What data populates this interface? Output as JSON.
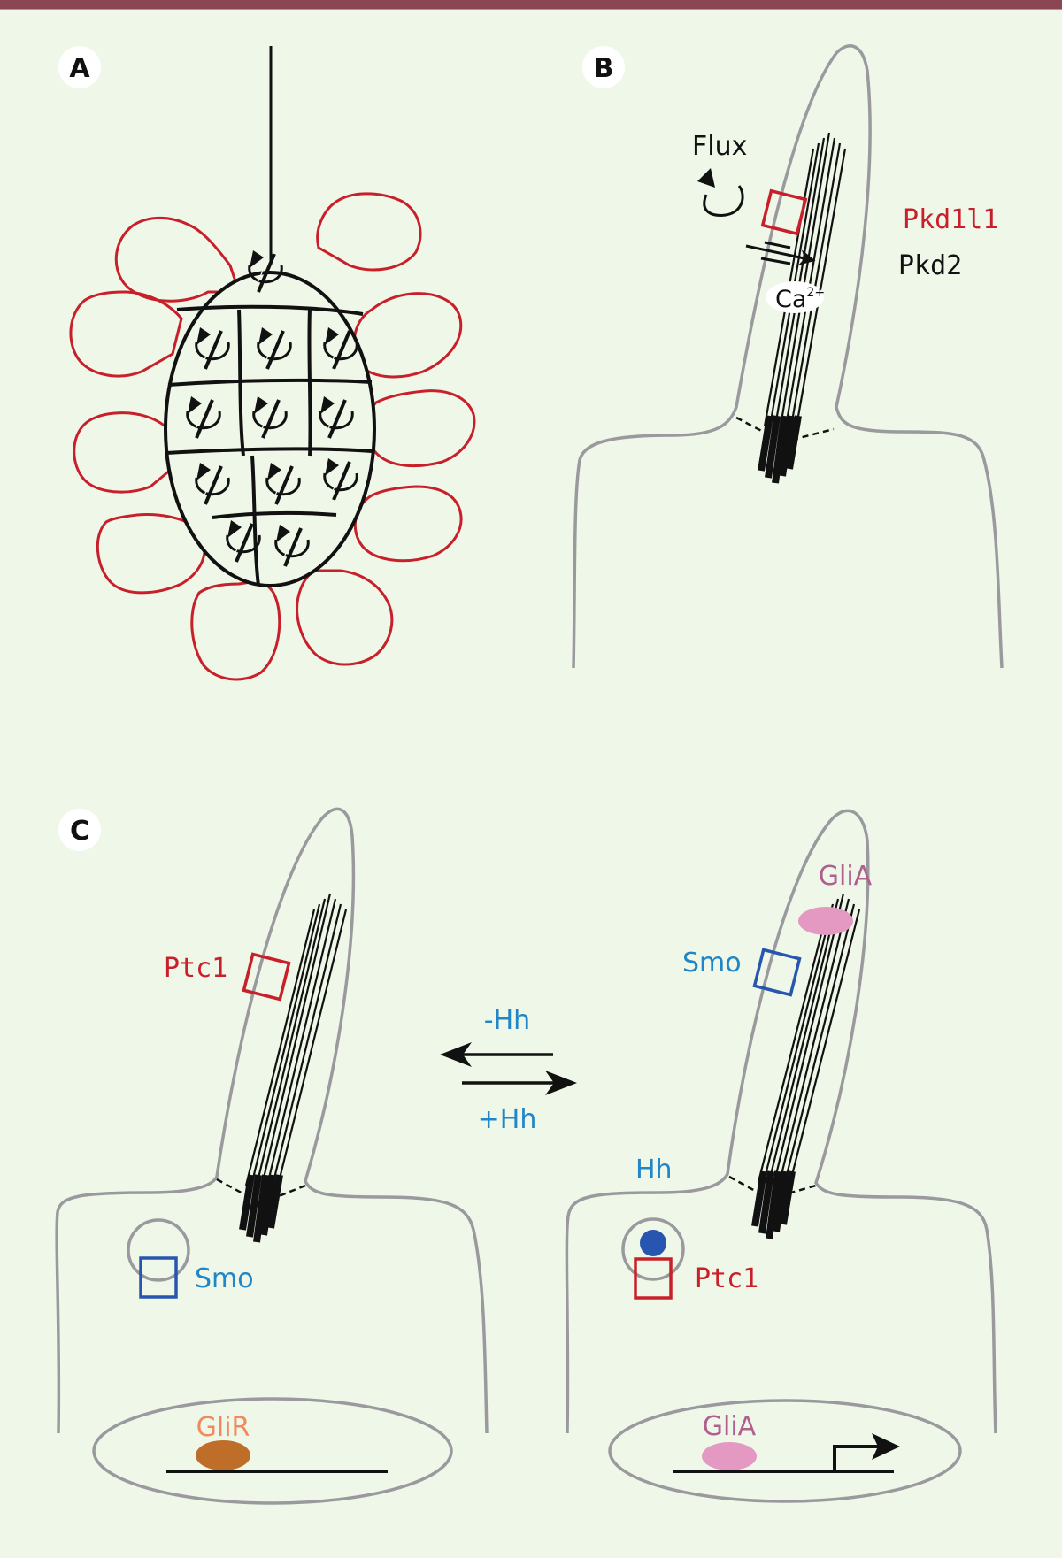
{
  "figure": {
    "panels": [
      {
        "id": "A",
        "label": "A"
      },
      {
        "id": "B",
        "label": "B"
      },
      {
        "id": "C",
        "label": "C"
      }
    ]
  },
  "panel_b": {
    "flux_label": "Flux",
    "channel_label": "Pkd1l1",
    "channel_partner_label": "Pkd2",
    "ion_label": "Ca",
    "ion_charge": "2+"
  },
  "panel_c": {
    "left_cell": {
      "cilium_receptor_label": "Ptc1",
      "membrane_receptor_label": "Smo",
      "nuclear_factor_label": "GliR"
    },
    "transition": {
      "minus_label": "-Hh",
      "plus_label": "+Hh"
    },
    "right_cell": {
      "ligand_label": "Hh",
      "cilium_tip_factor_label": "GliA",
      "cilium_receptor_label": "Smo",
      "membrane_receptor_label": "Ptc1",
      "nuclear_factor_label": "GliA"
    }
  },
  "colors": {
    "background": "#eff7e8",
    "top_bar": "#8c4553",
    "cell_outline": "#9a9a9e",
    "red": "#c8202a",
    "blue_text": "#1f86c8",
    "blue_shape": "#2855b0",
    "pink": "#e399c2",
    "pink_text": "#b0608f",
    "orange_text": "#f08a5d",
    "brown": "#bf6e2a",
    "black": "#111111"
  }
}
